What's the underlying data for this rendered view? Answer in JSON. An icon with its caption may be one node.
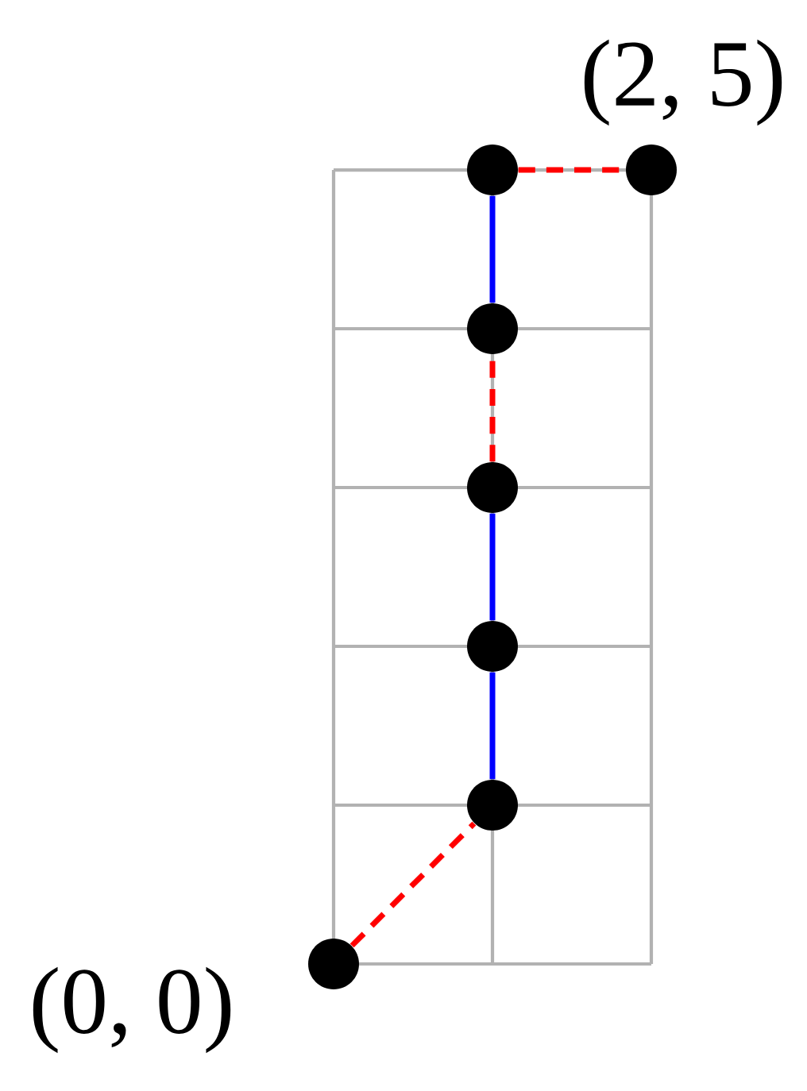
{
  "diagram": {
    "nodes": [
      {
        "text": [],
        "shape": "circle",
        "beside": [
          "(0, 0)"
        ]
      },
      {
        "text": [],
        "shape": "circle"
      },
      {
        "text": [],
        "shape": "circle"
      },
      {
        "text": [],
        "shape": "circle"
      },
      {
        "text": [],
        "shape": "circle"
      },
      {
        "text": [],
        "shape": "circle"
      },
      {
        "text": [],
        "shape": "circle",
        "beside": [
          "(2, 5)"
        ]
      }
    ],
    "edges": [
      {
        "from": 0,
        "to": 5,
        "arrow": "none",
        "style": "dashed",
        "color": "#ff0000"
      },
      {
        "from": 5,
        "to": 4,
        "arrow": "none",
        "color": "#0000ff"
      },
      {
        "from": 4,
        "to": 3,
        "arrow": "none",
        "color": "#0000ff"
      },
      {
        "from": 3,
        "to": 2,
        "arrow": "none",
        "style": "dashed",
        "color": "#ff0000"
      },
      {
        "from": 2,
        "to": 1,
        "arrow": "none",
        "color": "#0000ff"
      },
      {
        "from": 1,
        "to": 6,
        "arrow": "none",
        "style": "dashed",
        "color": "#ff0000"
      }
    ]
  }
}
